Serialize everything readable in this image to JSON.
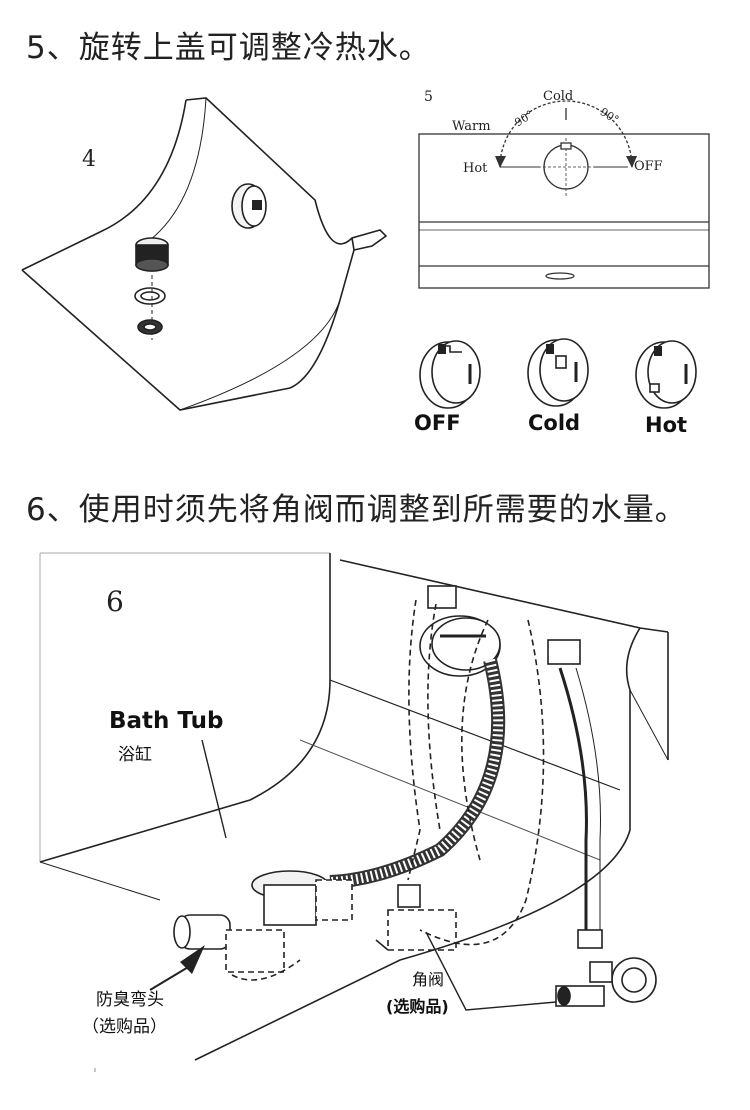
{
  "step5": {
    "heading": "5、旋转上盖可调整冷热水。",
    "fig4_number": "4",
    "fig5_number": "5",
    "dial": {
      "cold": "Cold",
      "warm": "Warm",
      "hot": "Hot",
      "off": "OFF",
      "angle_left": "90°",
      "angle_right": "90°"
    },
    "knobs": [
      {
        "label": "OFF"
      },
      {
        "label": "Cold"
      },
      {
        "label": "Hot"
      }
    ]
  },
  "step6": {
    "heading": "6、使用时须先将角阀而调整到所需要的水量。",
    "fig_number": "6",
    "bathtub_en": "Bath Tub",
    "bathtub_cn": "浴缸",
    "trap_label": "防臭弯头",
    "trap_note": "（选购品）",
    "valve_label": "角阀",
    "valve_note": "(选购品)"
  }
}
